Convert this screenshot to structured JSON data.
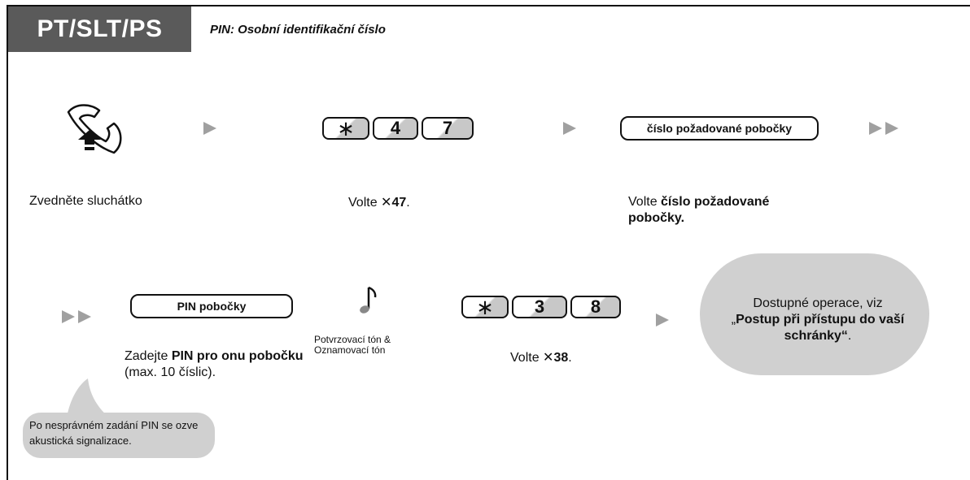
{
  "header": {
    "tab_label": "PT/SLT/PS",
    "note": "PIN: Osobní identifikační číslo"
  },
  "icons": {
    "handset": "handset-off-hook-icon",
    "tone": "music-note-icon",
    "arrow_single": "play-arrow-icon",
    "arrow_double": "double-play-arrow-icon"
  },
  "row1": {
    "step1_text": "Zvedněte sluchátko",
    "keys": [
      "∗",
      "4",
      "7"
    ],
    "step2_prefix": "Volte ",
    "step2_code": "✕47",
    "step2_suffix": ".",
    "pill_label": "číslo požadované pobočky",
    "step3_prefix": "Volte ",
    "step3_bold": "číslo požadované pobočky."
  },
  "row2": {
    "pill_label": "PIN pobočky",
    "step_prefix": "Zadejte ",
    "step_bold": "PIN pro onu pobočku",
    "step_suffix": " (max. 10 číslic).",
    "tone_line1": "Potvrzovací tón &",
    "tone_line2": "Oznamovací tón",
    "keys": [
      "∗",
      "3",
      "8"
    ],
    "step2_prefix": "Volte ",
    "step2_code": "✕38",
    "step2_suffix": "."
  },
  "bubble": {
    "line1": "Dostupné operace, viz",
    "quote_open": "„",
    "bold": "Postup při přístupu do vaší schránky",
    "quote_close": "“",
    "end": "."
  },
  "callout": {
    "text": "Po nesprávném zadání PIN se ozve akustická signalizace."
  }
}
